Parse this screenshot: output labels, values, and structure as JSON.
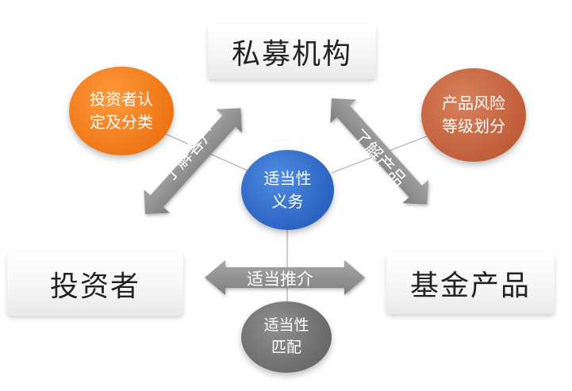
{
  "nodes": {
    "top": "私募机构",
    "left": "投资者",
    "right": "基金产品"
  },
  "circles": {
    "investor_classification": "投资者认\n定及分类",
    "risk_grading": "产品风险\n等级划分",
    "suitability_duty": "适当性\n义务",
    "suitability_match": "适当性\n匹配"
  },
  "arrows": {
    "left_label": "了解客户",
    "right_label": "了解产品",
    "bottom_label": "适当推介"
  },
  "colors": {
    "orange": "#f07818",
    "brick": "#c2603c",
    "blue": "#2d66c4",
    "gray": "#6d6d6d",
    "arrow_gray": "#8c8c8c"
  }
}
